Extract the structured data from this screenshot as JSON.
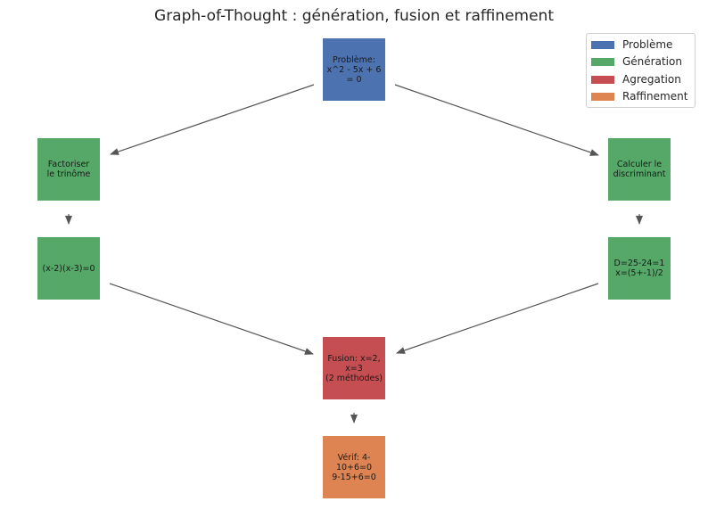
{
  "title": "Graph-of-Thought : génération, fusion et raffinement",
  "colors": {
    "probleme": "#4c72b0",
    "generation": "#55a868",
    "agregation": "#c44e52",
    "raffinement": "#dd8452",
    "edge": "#555555"
  },
  "nodes": {
    "probleme": {
      "text": "Problème:\nx^2 - 5x + 6 = 0",
      "category": "probleme"
    },
    "factoriser": {
      "text": "Factoriser\nle trinôme",
      "category": "generation"
    },
    "factorisation": {
      "text": "(x-2)(x-3)=0",
      "category": "generation"
    },
    "discriminant": {
      "text": "Calculer le\ndiscriminant",
      "category": "generation"
    },
    "calcul_delta": {
      "text": "D=25-24=1\nx=(5+-1)/2",
      "category": "generation"
    },
    "fusion": {
      "text": "Fusion: x=2, x=3\n(2 méthodes)",
      "category": "agregation"
    },
    "verif": {
      "text": "Vérif: 4-10+6=0\n9-15+6=0",
      "category": "raffinement"
    }
  },
  "edges": [
    [
      "probleme",
      "factoriser"
    ],
    [
      "probleme",
      "discriminant"
    ],
    [
      "factoriser",
      "factorisation"
    ],
    [
      "discriminant",
      "calcul_delta"
    ],
    [
      "factorisation",
      "fusion"
    ],
    [
      "calcul_delta",
      "fusion"
    ],
    [
      "fusion",
      "verif"
    ]
  ],
  "legend": [
    {
      "label": "Problème",
      "color": "#4c72b0"
    },
    {
      "label": "Génération",
      "color": "#55a868"
    },
    {
      "label": "Agregation",
      "color": "#c44e52"
    },
    {
      "label": "Raffinement",
      "color": "#dd8452"
    }
  ]
}
